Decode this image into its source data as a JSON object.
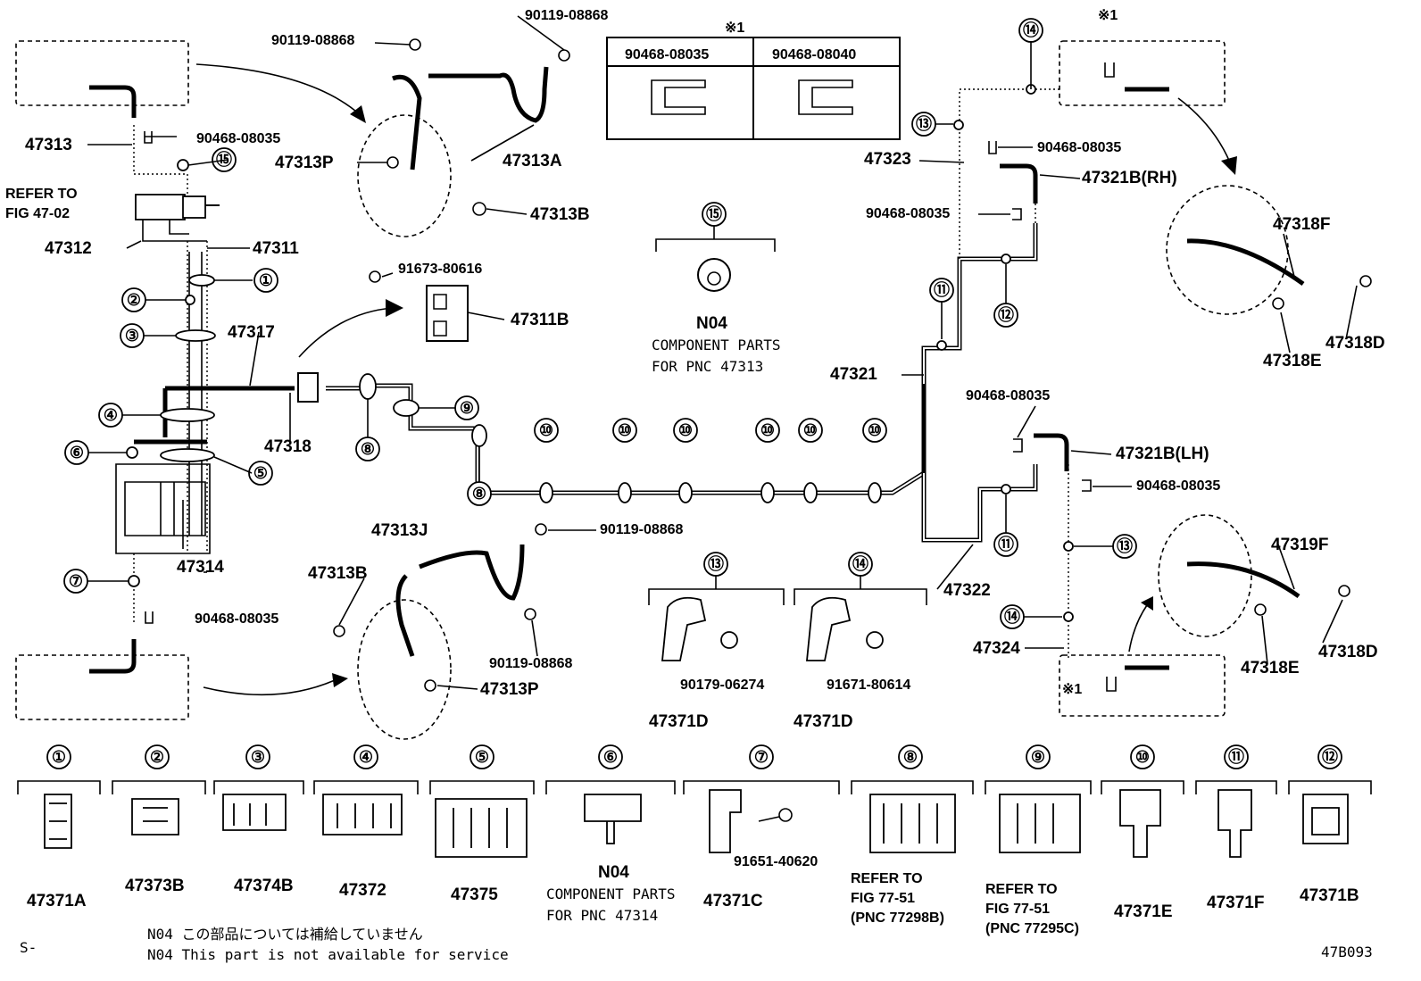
{
  "diagram_code": "47B093",
  "corner_mark": "S-",
  "note": {
    "line_jp": "N04 この部品については補給していません",
    "line_en": "N04 This part is not available for service"
  },
  "callouts": {
    "c1": "①",
    "c2": "②",
    "c3": "③",
    "c4": "④",
    "c5": "⑤",
    "c6": "⑥",
    "c7": "⑦",
    "c8": "⑧",
    "c9": "⑨",
    "c10": "⑩",
    "c11": "⑪",
    "c12": "⑫",
    "c13": "⑬",
    "c14": "⑭",
    "c15": "⑮"
  },
  "mark_x1": "※1",
  "refs": {
    "refer_to": "REFER TO",
    "fig_47_02": "FIG 47-02",
    "fig_77_51": "FIG 77-51",
    "pnc_77298b": "(PNC 77298B)",
    "pnc_77295c": "(PNC 77295C)"
  },
  "table": {
    "left": "90468-08035",
    "right": "90468-08040"
  },
  "n04": {
    "code": "N04",
    "line1": "COMPONENT PARTS",
    "pnc_47313": "FOR PNC 47313",
    "pnc_47314": "FOR PNC 47314"
  },
  "labels": {
    "p47313": "47313",
    "p47312": "47312",
    "p47311": "47311",
    "p47317": "47317",
    "p47318": "47318",
    "p47314": "47314",
    "p47313P_a": "47313P",
    "p47313P_b": "47313P",
    "p47313A": "47313A",
    "p47313B_a": "47313B",
    "p47313B_b": "47313B",
    "p47313J": "47313J",
    "p47311B": "47311B",
    "p47321": "47321",
    "p47322": "47322",
    "p47323": "47323",
    "p47324": "47324",
    "p47321B_RH": "47321B(RH)",
    "p47321B_LH": "47321B(LH)",
    "p47318F": "47318F",
    "p47318D_a": "47318D",
    "p47318D_b": "47318D",
    "p47318E_a": "47318E",
    "p47318E_b": "47318E",
    "p47319F": "47319F",
    "p47371D_a": "47371D",
    "p47371D_b": "47371D",
    "b90119_a": "90119-08868",
    "b90119_b": "90119-08868",
    "b90119_c": "90119-08868",
    "b90119_d": "90119-08868",
    "c90468_a": "90468-08035",
    "c90468_b": "90468-08035",
    "c90468_c": "90468-08035",
    "c90468_d": "90468-08035",
    "c90468_e": "90468-08035",
    "c90468_f": "90468-08035",
    "b91673": "91673-80616",
    "b90179": "90179-06274",
    "b91671": "91671-80614",
    "b91651": "91651-40620"
  },
  "bottom_parts": [
    {
      "callout": "①",
      "part": "47371A"
    },
    {
      "callout": "②",
      "part": "47373B"
    },
    {
      "callout": "③",
      "part": "47374B"
    },
    {
      "callout": "④",
      "part": "47372"
    },
    {
      "callout": "⑤",
      "part": "47375"
    },
    {
      "callout": "⑥",
      "part": "N04"
    },
    {
      "callout": "⑦",
      "part": "47371C"
    },
    {
      "callout": "⑧",
      "part": "REFER TO"
    },
    {
      "callout": "⑨",
      "part": "REFER TO"
    },
    {
      "callout": "⑩",
      "part": "47371E"
    },
    {
      "callout": "⑪",
      "part": "47371F"
    },
    {
      "callout": "⑫",
      "part": "47371B"
    }
  ]
}
